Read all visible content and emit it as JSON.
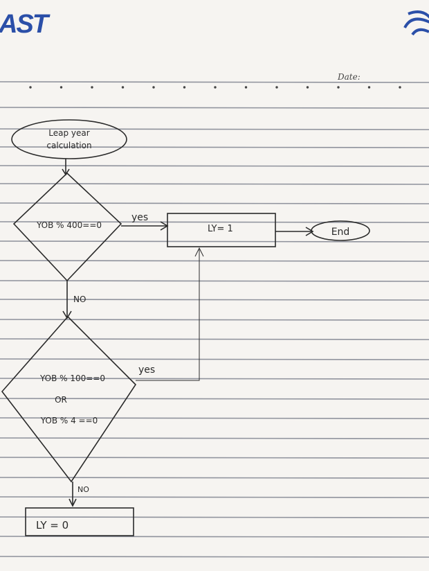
{
  "header": {
    "logo_text": "AST",
    "date_label": "Date:"
  },
  "flowchart": {
    "start_label_line1": "Leap year",
    "start_label_line2": "calculation",
    "decision1_label": "YOB % 400==0",
    "decision1_yes": "yes",
    "decision1_no": "NO",
    "result_true_label": "LY= 1",
    "end_label": "End",
    "decision2_line1": "YOB % 100==0",
    "decision2_line2": "OR",
    "decision2_line3": "YOB % 4 ==0",
    "decision2_yes": "yes",
    "decision2_no": "NO",
    "result_false_label": "LY = 0"
  },
  "colors": {
    "ink": "#2a2a2a",
    "rule_line": "#6d7280",
    "logo_blue": "#2b4fa8"
  }
}
